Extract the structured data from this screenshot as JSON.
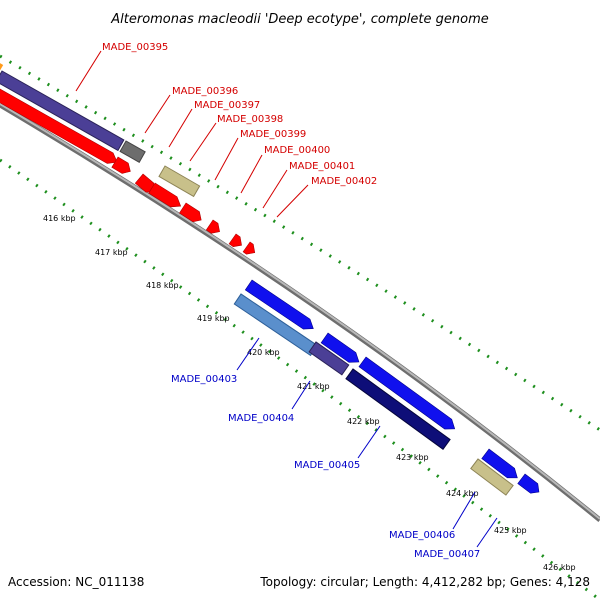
{
  "title": "Alteromonas macleodii 'Deep ecotype', complete genome",
  "accession": "Accession: NC_011138",
  "summary": "Topology: circular; Length: 4,412,282 bp; Genes: 4,128",
  "colors": {
    "backbone": "#8c8c8c",
    "gc_dots": "#1e8f1e",
    "label_forward": "#d40000",
    "label_reverse": "#0000c8"
  },
  "ticks": [
    "416 kbp",
    "417 kbp",
    "418 kbp",
    "419 kbp",
    "420 kbp",
    "421 kbp",
    "422 kbp",
    "423 kbp",
    "424 kbp",
    "425 kbp",
    "426 kbp"
  ],
  "labels_forward": [
    "MADE_00395",
    "MADE_00396",
    "MADE_00397",
    "MADE_00398",
    "MADE_00399",
    "MADE_00400",
    "MADE_00401",
    "MADE_00402"
  ],
  "labels_reverse": [
    "MADE_00403",
    "MADE_00404",
    "MADE_00405",
    "MADE_00406",
    "MADE_00407"
  ]
}
